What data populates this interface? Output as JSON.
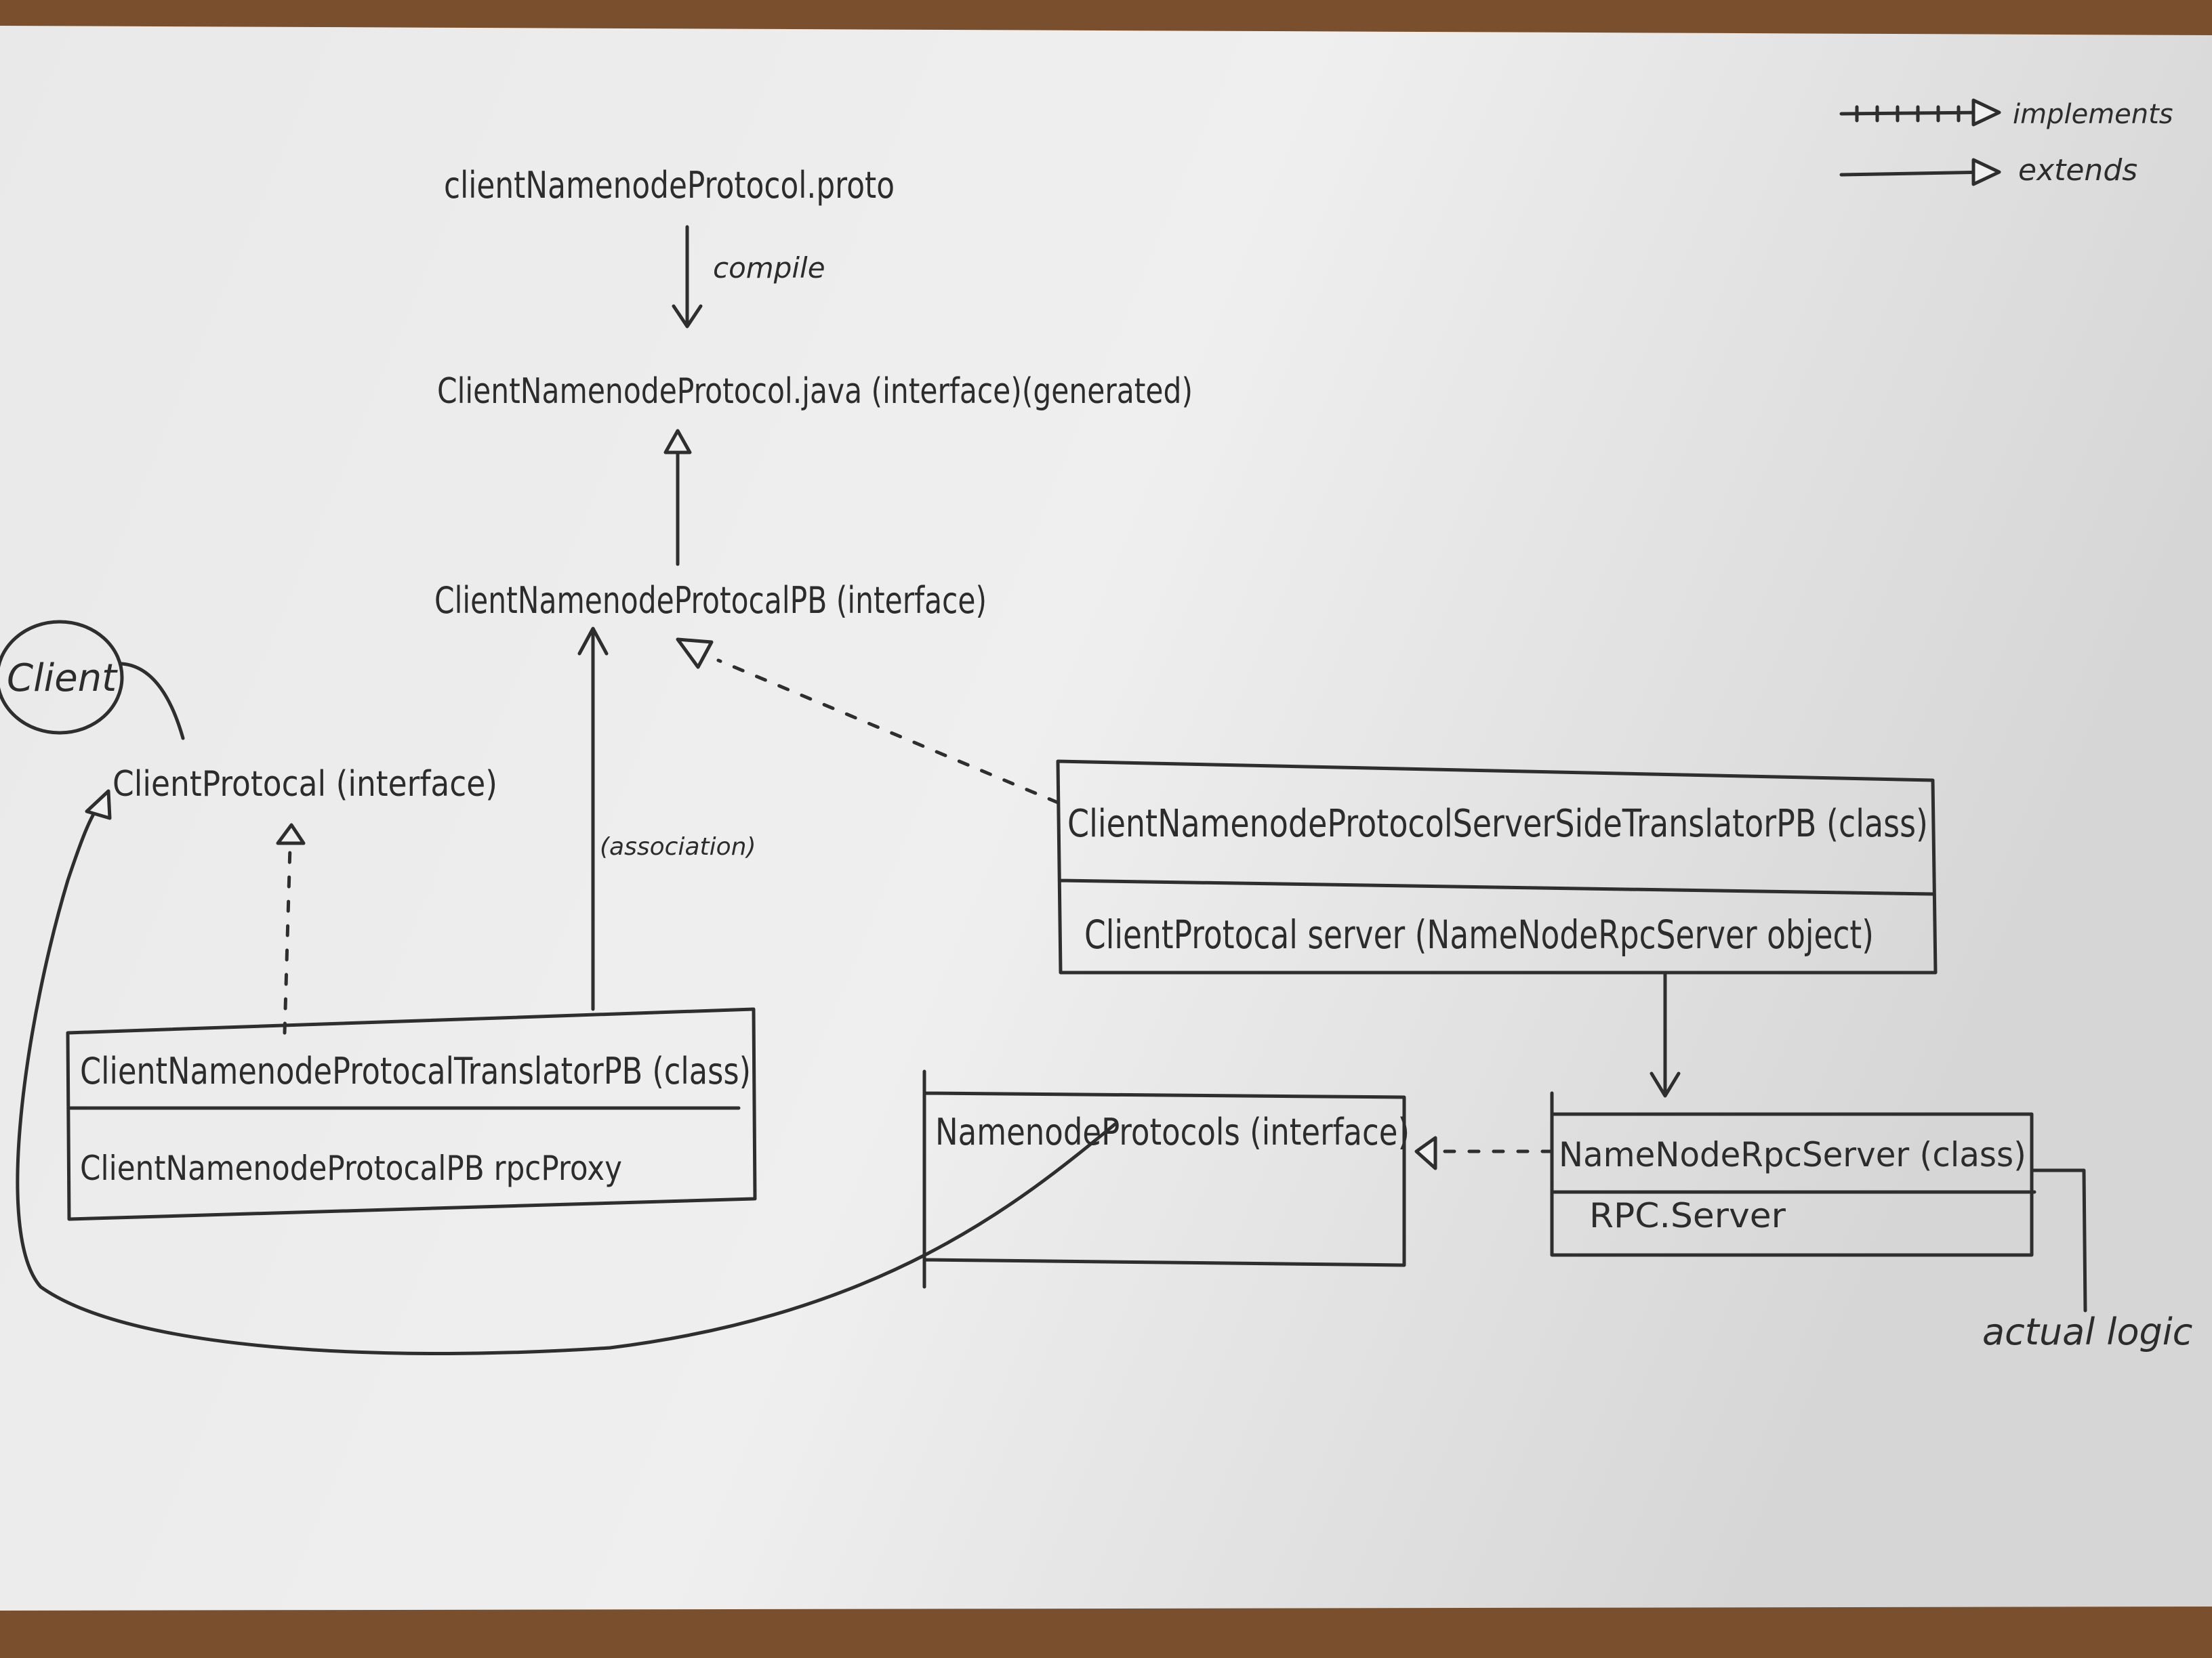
{
  "legend": {
    "implements_label": "implements",
    "extends_label": "extends"
  },
  "nodes": {
    "proto_file": "clientNamenodeProtocol.proto",
    "compile_label": "compile",
    "java_interface": "ClientNamenodeProtocol.java (interface)(generated)",
    "pb_interface": "ClientNamenodeProtocalPB (interface)",
    "client": "Client",
    "client_protocol": "ClientProtocal (interface)",
    "association_label": "(association)",
    "translator_class": {
      "title": "ClientNamenodeProtocalTranslatorPB (class)",
      "field": "ClientNamenodeProtocalPB rpcProxy"
    },
    "server_side_translator": {
      "title": "ClientNamenodeProtocolServerSideTranslatorPB (class)",
      "field": "ClientProtocal server (NameNodeRpcServer object)"
    },
    "namenode_protocols": {
      "title": "NamenodeProtocols (interface)"
    },
    "rpc_server": {
      "title": "NameNodeRpcServer (class)",
      "field": "RPC.Server"
    },
    "actual_logic_label": "actual logic"
  }
}
